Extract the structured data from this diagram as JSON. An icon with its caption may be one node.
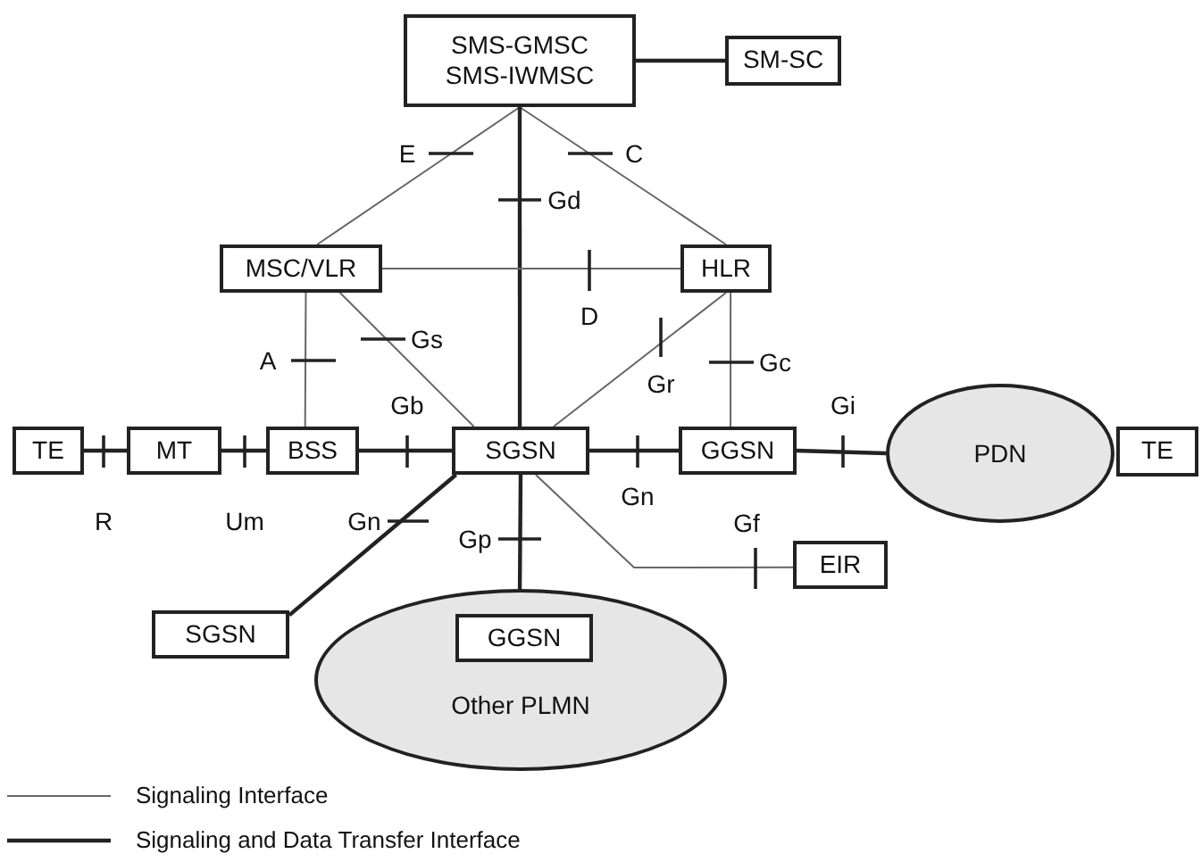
{
  "diagram": {
    "nodes": [
      {
        "text": [
          "SMS-GMSC SMS-IWMSC"
        ]
      },
      {
        "text": [
          "SM-SC"
        ]
      },
      {
        "text": [
          "MSC/VLR"
        ]
      },
      {
        "text": [
          "HLR"
        ]
      },
      {
        "text": [
          "TE"
        ]
      },
      {
        "text": [
          "MT"
        ]
      },
      {
        "text": [
          "BSS"
        ]
      },
      {
        "text": [
          "SGSN"
        ]
      },
      {
        "text": [
          "GGSN"
        ]
      },
      {
        "text": [
          "PDN"
        ]
      },
      {
        "text": [
          "TE"
        ]
      },
      {
        "text": [
          "EIR"
        ]
      },
      {
        "text": [
          "SGSN"
        ]
      },
      {
        "text": [
          "Other PLMN"
        ]
      },
      {
        "text": [
          "GGSN"
        ],
        "in": 13
      }
    ],
    "edges": [
      {
        "from": 0,
        "to": 1,
        "arrow": "none"
      },
      {
        "from": 0,
        "to": 2,
        "arrow": "none",
        "label": "E",
        "color": "#666666"
      },
      {
        "from": 0,
        "to": 3,
        "arrow": "none",
        "label": "C",
        "color": "#666666"
      },
      {
        "from": 0,
        "to": 7,
        "arrow": "none",
        "label": "Gd"
      },
      {
        "from": 2,
        "to": 3,
        "arrow": "none",
        "label": "D",
        "color": "#666666"
      },
      {
        "from": 2,
        "to": 6,
        "arrow": "none",
        "label": "A",
        "color": "#666666"
      },
      {
        "from": 2,
        "to": 7,
        "arrow": "none",
        "label": "Gs",
        "color": "#666666"
      },
      {
        "from": 3,
        "to": 7,
        "arrow": "none",
        "label": "Gr",
        "color": "#666666"
      },
      {
        "from": 3,
        "to": 8,
        "arrow": "none",
        "label": "Gc",
        "color": "#666666"
      },
      {
        "from": 4,
        "to": 5,
        "arrow": "none",
        "label": "R"
      },
      {
        "from": 5,
        "to": 6,
        "arrow": "none",
        "label": "Um"
      },
      {
        "from": 6,
        "to": 7,
        "arrow": "none",
        "label": "Gb"
      },
      {
        "from": 7,
        "to": 8,
        "arrow": "none",
        "label": "Gn"
      },
      {
        "from": 8,
        "to": 9,
        "arrow": "none",
        "label": "Gi"
      },
      {
        "from": 7,
        "to": 12,
        "arrow": "none",
        "label": "Gn"
      },
      {
        "from": 7,
        "to": 13,
        "arrow": "none",
        "label": "Gp"
      },
      {
        "from": 7,
        "to": 11,
        "arrow": "none",
        "label": "Gf",
        "color": "#666666"
      }
    ],
    "legend": [
      {
        "text": "Signaling Interface"
      },
      {
        "text": "Signaling and Data Transfer Interface"
      }
    ]
  }
}
